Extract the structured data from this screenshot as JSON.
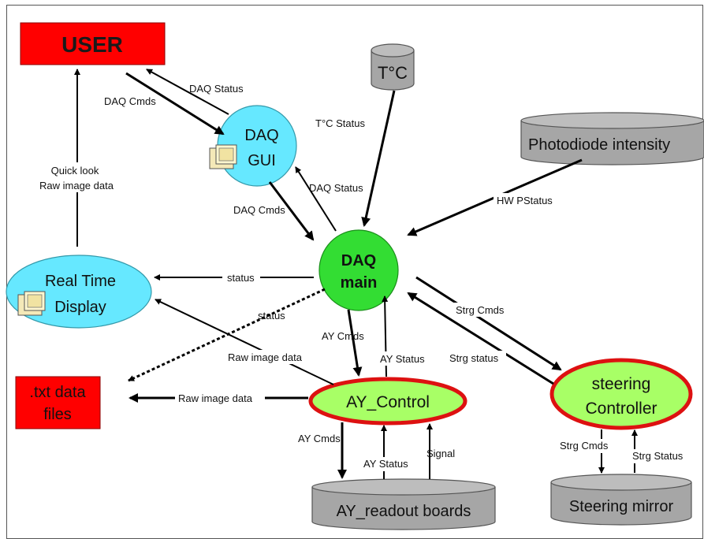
{
  "nodes": {
    "user": "USER",
    "tc": "T°C",
    "photodiode": "Photodiode intensity",
    "daq_gui": [
      "DAQ",
      "GUI"
    ],
    "daq_main": [
      "DAQ",
      "main"
    ],
    "real_time": [
      "Real Time",
      "Display"
    ],
    "txt_files": [
      ".txt data",
      "files"
    ],
    "ay_control": "AY_Control",
    "steering": [
      "steering",
      "Controller"
    ],
    "ay_readout": "AY_readout boards",
    "steering_mirror": "Steering mirror"
  },
  "edges": {
    "daq_cmds_user": "DAQ Cmds",
    "daq_status_user": "DAQ Status",
    "tc_status": "T°C Status",
    "quick_look": [
      "Quick look",
      "Raw image data"
    ],
    "daq_status_gui": "DAQ Status",
    "daq_cmds_gui": "DAQ Cmds",
    "hw_pstatus": "HW PStatus",
    "status_rt": "status",
    "status_txt": "status",
    "strg_cmds_main": "Strg Cmds",
    "strg_status_main": "Strg status",
    "ay_cmds_main": "AY Cmds",
    "ay_status_main": "AY Status",
    "raw_image_rt": "Raw image data",
    "raw_image_txt": "Raw image data",
    "ay_cmds_board": "AY Cmds",
    "ay_status_board": "AY Status",
    "signal": "Signal",
    "strg_cmds_mirror": "Strg Cmds",
    "strg_status_mirror": "Strg Status"
  },
  "colors": {
    "red_box": "#ff0000",
    "cyan": "#66e8ff",
    "green": "#33dd33",
    "light_green": "#a8ff66",
    "ring_red": "#dd1111",
    "gray": "#a6a6a6"
  },
  "icons": [
    "monitor-icon",
    "monitor-icon"
  ]
}
